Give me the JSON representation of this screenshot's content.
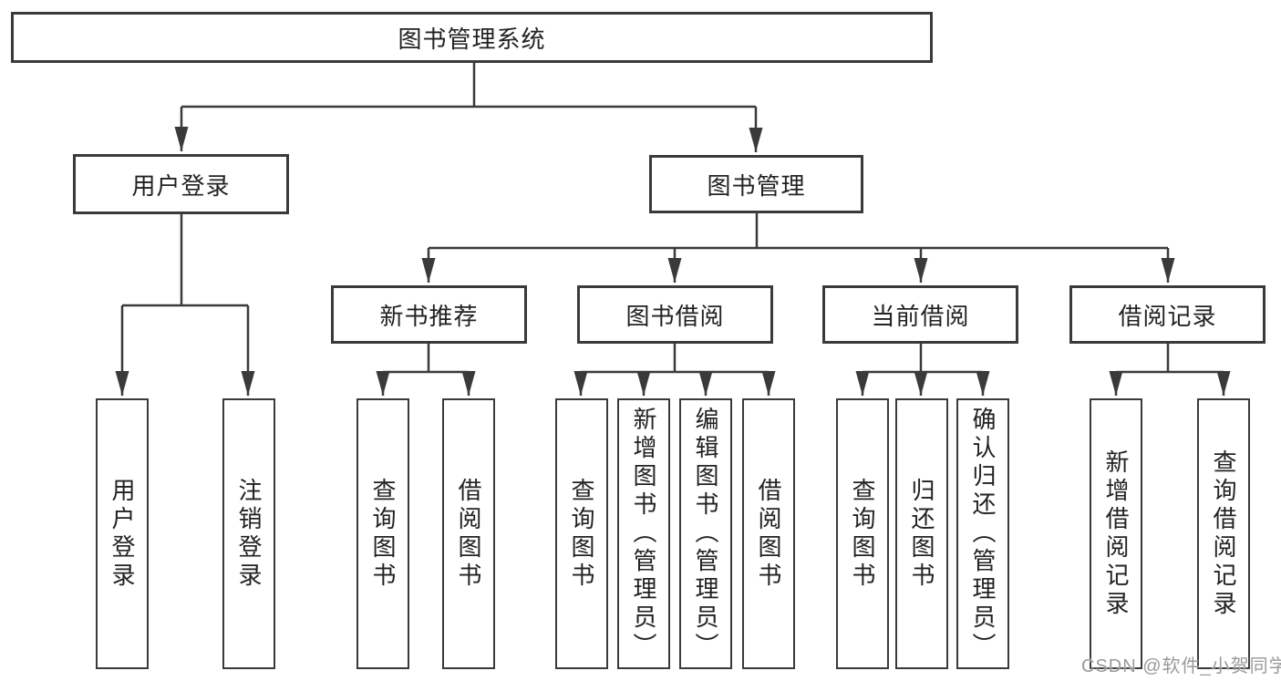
{
  "diagram": {
    "root": {
      "label": "图书管理系统"
    },
    "level2": [
      {
        "id": "user-login",
        "label": "用户登录"
      },
      {
        "id": "book-management",
        "label": "图书管理"
      }
    ],
    "level3": [
      {
        "id": "new-book-recommendation",
        "label": "新书推荐"
      },
      {
        "id": "book-borrowing",
        "label": "图书借阅"
      },
      {
        "id": "current-borrowing",
        "label": "当前借阅"
      },
      {
        "id": "borrowing-records",
        "label": "借阅记录"
      }
    ],
    "leaves": [
      {
        "parent": "user-login",
        "label": "用户登录"
      },
      {
        "parent": "user-login",
        "label": "注销登录"
      },
      {
        "parent": "new-book-recommendation",
        "label": "查询图书"
      },
      {
        "parent": "new-book-recommendation",
        "label": "借阅图书"
      },
      {
        "parent": "book-borrowing",
        "label": "查询图书"
      },
      {
        "parent": "book-borrowing",
        "label": "新增图书（管理员）"
      },
      {
        "parent": "book-borrowing",
        "label": "编辑图书（管理员）"
      },
      {
        "parent": "book-borrowing",
        "label": "借阅图书"
      },
      {
        "parent": "current-borrowing",
        "label": "查询图书"
      },
      {
        "parent": "current-borrowing",
        "label": "归还图书"
      },
      {
        "parent": "current-borrowing",
        "label": "确认归还（管理员）"
      },
      {
        "parent": "borrowing-records",
        "label": "新增借阅记录"
      },
      {
        "parent": "borrowing-records",
        "label": "查询借阅记录"
      }
    ]
  },
  "watermark": {
    "text": "CSDN @软件_小贺同学"
  },
  "colors": {
    "line": "#3a3a3a",
    "box_border": "#3a3a3a",
    "text": "#222222",
    "background": "#ffffff",
    "watermark": "#9a9a9a"
  }
}
